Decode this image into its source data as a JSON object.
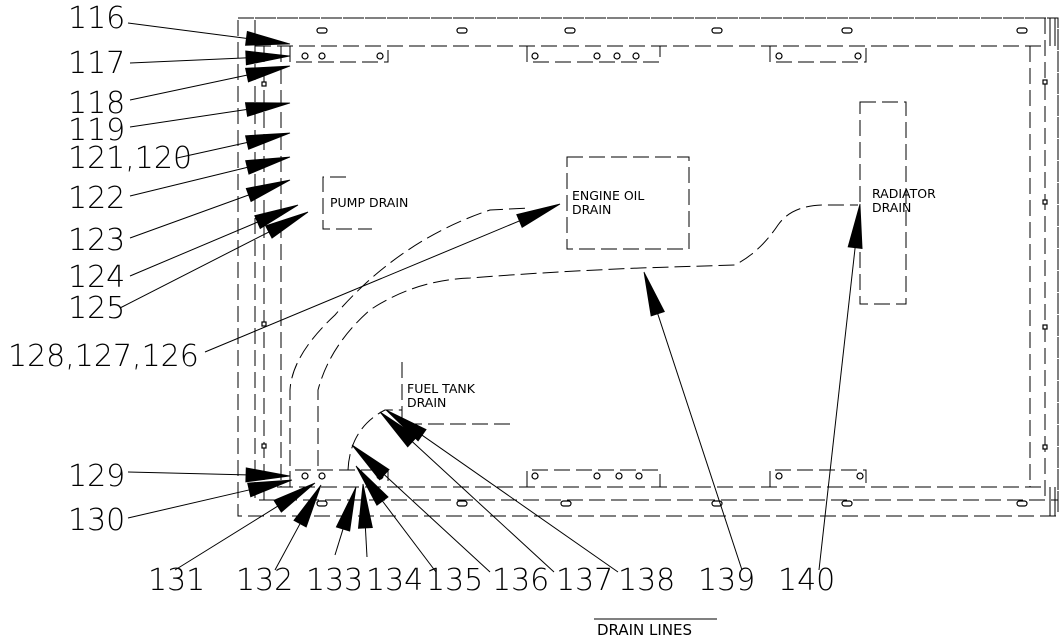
{
  "caption": "DRAIN LINES",
  "labels": {
    "pump_drain": "PUMP DRAIN",
    "engine_oil_line1": "ENGINE OIL",
    "engine_oil_line2": "DRAIN",
    "radiator_line1": "RADIATOR",
    "radiator_line2": "DRAIN",
    "fuel_tank_line1": "FUEL TANK",
    "fuel_tank_line2": "DRAIN"
  },
  "callouts_left": [
    "116",
    "117",
    "118",
    "119",
    "121,120",
    "122",
    "123",
    "124",
    "125",
    "128,127,126",
    "129",
    "130"
  ],
  "callouts_bottom": [
    "131",
    "132",
    "133",
    "134",
    "135",
    "136",
    "137",
    "138",
    "139",
    "140"
  ]
}
